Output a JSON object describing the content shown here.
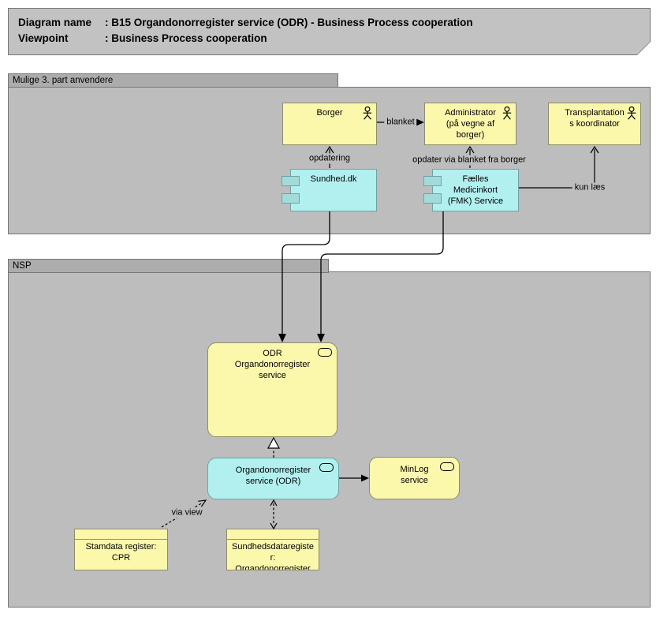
{
  "colors": {
    "note-fill": "#C2C2C2",
    "group-tab": "#ACACAC",
    "group-body": "#BDBDBD",
    "border-dark": "#767676",
    "yellow-fill": "#FBF8AC",
    "yellow-border": "#8D8D69",
    "cyan-fill": "#B2F0F0",
    "cyan-border": "#6FA3A3",
    "port-fill": "#A3DBDB",
    "line": "#000000"
  },
  "title": {
    "rows": [
      {
        "label": "Diagram name",
        "value": ": B15 Organdonorregister service (ODR) - Business Process cooperation"
      },
      {
        "label": "Viewpoint",
        "value": ": Business Process cooperation"
      }
    ]
  },
  "groups": {
    "third_party": {
      "label": "Mulige 3. part anvendere"
    },
    "nsp": {
      "label": "NSP"
    }
  },
  "nodes": {
    "borger": {
      "label": "Borger"
    },
    "administrator": {
      "label": "Administrator\n(på vegne af\nborger)"
    },
    "transplantation": {
      "label": "Transplantation\ns koordinator"
    },
    "sundhed": {
      "label": "Sundhed.dk"
    },
    "fmk": {
      "label": "Fælles\nMedicinkort\n(FMK) Service"
    },
    "odr_business": {
      "label": "ODR\nOrgandonorregister\nservice"
    },
    "odr_app": {
      "label": "Organdonorregister\nservice (ODR)"
    },
    "minlog": {
      "label": "MinLog\nservice"
    },
    "stamdata": {
      "label": "Stamdata register:\nCPR"
    },
    "sundhedsdata": {
      "label": "Sundhedsdataregiste\nr:\nOrgandonorregister"
    }
  },
  "edges": {
    "blanket": {
      "label": "blanket"
    },
    "opdatering": {
      "label": "opdatering"
    },
    "opdater_via_blanket": {
      "label": "opdater via blanket fra borger"
    },
    "kun_laes": {
      "label": "kun læs"
    },
    "via_view": {
      "label": "via view"
    }
  }
}
